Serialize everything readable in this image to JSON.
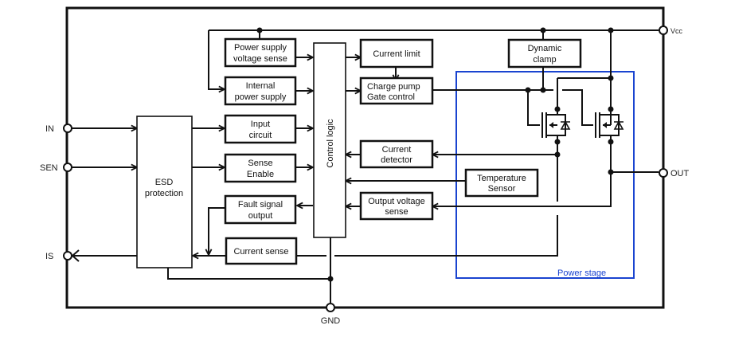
{
  "diagram": {
    "type": "block-diagram",
    "pins": {
      "vcc": "Vcc",
      "in": "IN",
      "sen": "SEN",
      "is": "IS",
      "out": "OUT",
      "gnd": "GND"
    },
    "blocks": {
      "esd": [
        "ESD",
        "protection"
      ],
      "control_logic": "Control logic",
      "power_supply_sense": [
        "Power supply",
        "voltage sense"
      ],
      "internal_power_supply": [
        "Internal",
        "power supply"
      ],
      "input_circuit": [
        "Input",
        "circuit"
      ],
      "sense_enable": [
        "Sense",
        "Enable"
      ],
      "fault_signal_output": [
        "Fault signal",
        "output"
      ],
      "current_sense": "Current sense",
      "current_limit": "Current limit",
      "charge_pump": [
        "Charge pump",
        "Gate control"
      ],
      "current_detector": [
        "Current",
        "detector"
      ],
      "output_voltage_sense": [
        "Output voltage",
        "sense"
      ],
      "temperature_sensor": [
        "Temperature",
        "Sensor"
      ],
      "dynamic_clamp": [
        "Dynamic",
        "clamp"
      ]
    },
    "regions": {
      "power_stage": "Power stage"
    },
    "colors": {
      "line": "#111111",
      "power_stage_border": "#1a44d0"
    }
  }
}
